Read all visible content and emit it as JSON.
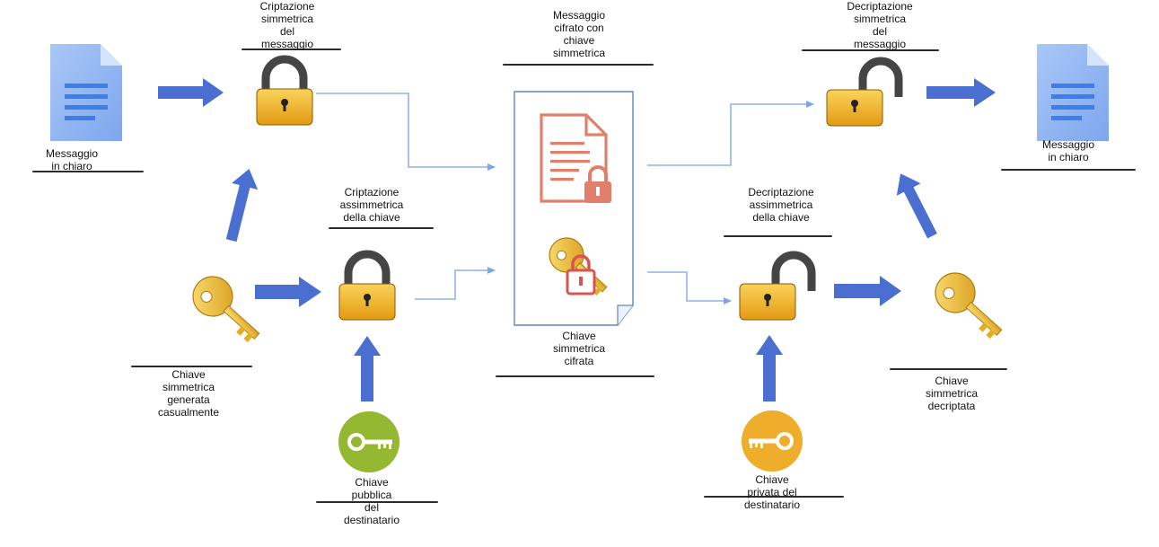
{
  "colors": {
    "flow_arrow": "#4a6fd0",
    "connector_line": "#7ea6e6",
    "document_blue": "#8fb4f2",
    "document_lines": "#3f7ee6",
    "encrypted_doc": "#e07f6a",
    "padlock_body": "#f2b428",
    "padlock_shackle": "#454545",
    "gold_key": "#f4c436",
    "public_key_circle": "#94b832",
    "private_key_circle": "#efad2c"
  },
  "labels": {
    "plaintext_left": [
      "Messaggio",
      "in chiaro"
    ],
    "sym_encryption": [
      "Criptazione",
      "simmetrica",
      "del",
      "messaggio"
    ],
    "encrypted_message": [
      "Messaggio",
      "cifrato con",
      "chiave",
      "simmetrica"
    ],
    "sym_decryption": [
      "Decriptazione",
      "simmetrica",
      "del",
      "messaggio"
    ],
    "plaintext_right": [
      "Messaggio",
      "in chiaro"
    ],
    "asym_encryption": [
      "Criptazione",
      "assimmetrica",
      "della chiave"
    ],
    "asym_decryption": [
      "Decriptazione",
      "assimmetrica",
      "della chiave"
    ],
    "random_sym_key": [
      "Chiave",
      "simmetrica",
      "generata",
      "casualmente"
    ],
    "encrypted_sym_key": [
      "Chiave",
      "simmetrica",
      "cifrata"
    ],
    "decrypted_sym_key": [
      "Chiave",
      "simmetrica",
      "decriptata"
    ],
    "recipient_public_key": [
      "Chiave",
      "pubblica",
      "del",
      "destinatario"
    ],
    "recipient_private_key": [
      "Chiave",
      "privata del",
      "destinatario"
    ]
  },
  "icons": {
    "plaintext_left": "document-icon",
    "sym_encryption": "padlock-locked-icon",
    "sym_decryption": "padlock-open-icon",
    "plaintext_right": "document-icon",
    "asym_encryption": "padlock-locked-icon",
    "asym_decryption": "padlock-open-icon",
    "random_sym_key": "golden-key-icon",
    "decrypted_sym_key": "golden-key-icon",
    "recipient_public_key": "key-circle-icon",
    "recipient_private_key": "key-circle-icon",
    "envelope_message": "encrypted-document-icon",
    "envelope_key": "key-with-lock-icon"
  }
}
